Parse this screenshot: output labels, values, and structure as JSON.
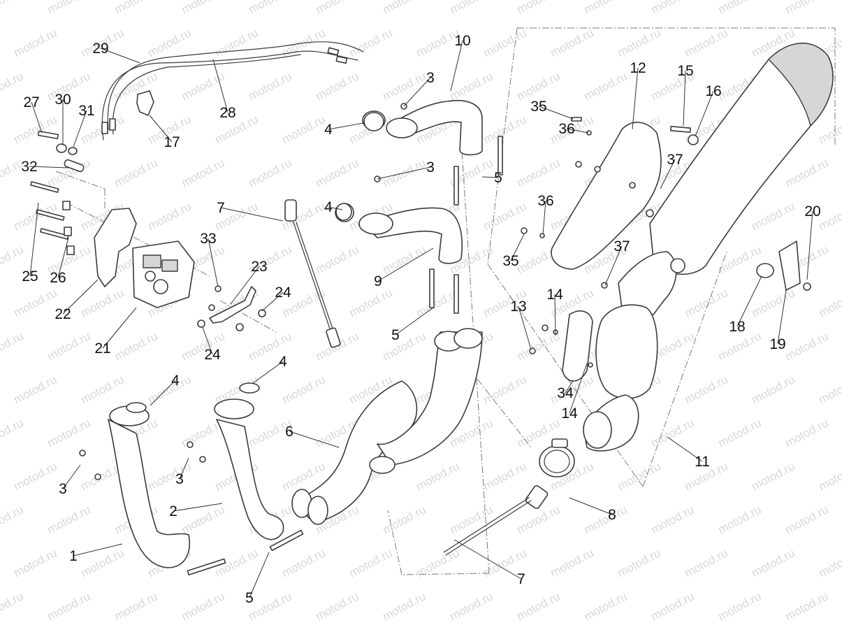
{
  "watermark": "motod.ru",
  "callouts": [
    {
      "label": "1"
    },
    {
      "label": "2"
    },
    {
      "label": "3"
    },
    {
      "label": "3"
    },
    {
      "label": "3"
    },
    {
      "label": "3"
    },
    {
      "label": "4"
    },
    {
      "label": "4"
    },
    {
      "label": "4"
    },
    {
      "label": "4"
    },
    {
      "label": "5"
    },
    {
      "label": "5"
    },
    {
      "label": "5"
    },
    {
      "label": "6"
    },
    {
      "label": "7"
    },
    {
      "label": "7"
    },
    {
      "label": "8"
    },
    {
      "label": "9"
    },
    {
      "label": "10"
    },
    {
      "label": "11"
    },
    {
      "label": "12"
    },
    {
      "label": "13"
    },
    {
      "label": "14"
    },
    {
      "label": "14"
    },
    {
      "label": "15"
    },
    {
      "label": "16"
    },
    {
      "label": "17"
    },
    {
      "label": "18"
    },
    {
      "label": "19"
    },
    {
      "label": "20"
    },
    {
      "label": "21"
    },
    {
      "label": "22"
    },
    {
      "label": "23"
    },
    {
      "label": "24"
    },
    {
      "label": "24"
    },
    {
      "label": "25"
    },
    {
      "label": "26"
    },
    {
      "label": "27"
    },
    {
      "label": "28"
    },
    {
      "label": "29"
    },
    {
      "label": "30"
    },
    {
      "label": "31"
    },
    {
      "label": "32"
    },
    {
      "label": "33"
    },
    {
      "label": "34"
    },
    {
      "label": "35"
    },
    {
      "label": "35"
    },
    {
      "label": "36"
    },
    {
      "label": "36"
    },
    {
      "label": "37"
    },
    {
      "label": "37"
    }
  ]
}
